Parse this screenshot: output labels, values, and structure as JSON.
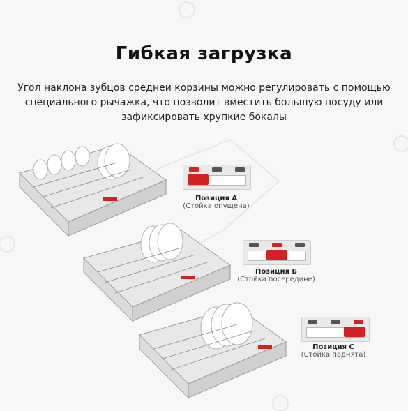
{
  "header": {
    "title": "Гибкая загрузка"
  },
  "description": "Угол наклона зубцов средней корзины можно регулировать с помощью специального рычажка, что позволит вместить большую посуду или зафиксировать хрупкие бокалы",
  "positions": [
    {
      "name": "Позиция А",
      "note": "(Стойка опущена)",
      "slider": "left"
    },
    {
      "name": "Позиция Б",
      "note": "(Стойка посередине)",
      "slider": "middle"
    },
    {
      "name": "Позиция С",
      "note": "(Стойка поднята)",
      "slider": "right"
    }
  ],
  "colors": {
    "accent": "#d32222",
    "background": "#f7f7f7"
  }
}
